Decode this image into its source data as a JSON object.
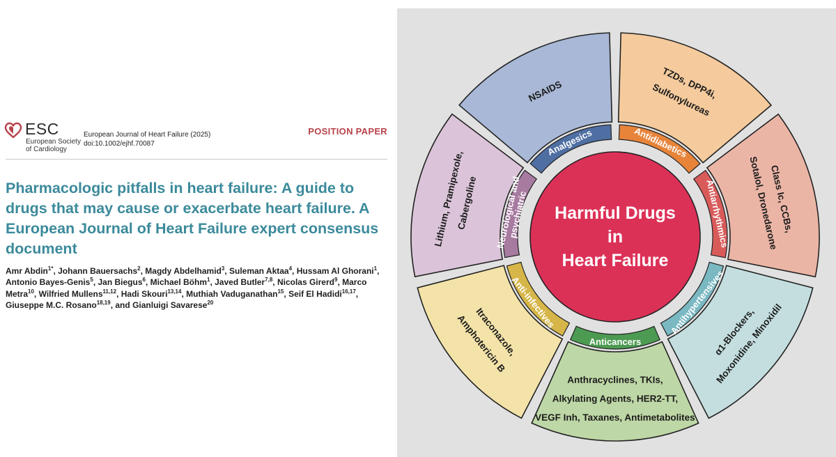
{
  "logo": {
    "name": "ESC",
    "line1": "European Society",
    "line2": "of Cardiology"
  },
  "journal": {
    "name": "European Journal of Heart Failure (2025)",
    "doi": "doi:10.1002/ejhf.70087"
  },
  "paper_type": "POSITION PAPER",
  "title": "Pharmacologic pitfalls in heart failure: A guide to drugs that may cause or exacerbate heart failure. A European Journal of Heart Failure expert consensus document",
  "authors": [
    {
      "name": "Amr Abdin",
      "aff": "1*"
    },
    {
      "name": "Johann Bauersachs",
      "aff": "2"
    },
    {
      "name": "Magdy Abdelhamid",
      "aff": "3"
    },
    {
      "name": "Suleman Aktaa",
      "aff": "4"
    },
    {
      "name": "Hussam Al Ghorani",
      "aff": "1"
    },
    {
      "name": "Antonio Bayes-Genis",
      "aff": "5"
    },
    {
      "name": "Jan Biegus",
      "aff": "6"
    },
    {
      "name": "Michael Böhm",
      "aff": "1"
    },
    {
      "name": "Javed Butler",
      "aff": "7,8"
    },
    {
      "name": "Nicolas Girerd",
      "aff": "9"
    },
    {
      "name": "Marco Metra",
      "aff": "10"
    },
    {
      "name": "Wilfried Mullens",
      "aff": "11,12"
    },
    {
      "name": "Hadi Skouri",
      "aff": "13,14"
    },
    {
      "name": "Muthiah Vaduganathan",
      "aff": "15"
    },
    {
      "name": "Seif El Hadidi",
      "aff": "16,17"
    },
    {
      "name": "Giuseppe M.C. Rosano",
      "aff": "18,19"
    },
    {
      "name": "Gianluigi Savarese",
      "aff": "20"
    }
  ],
  "wheel": {
    "center": [
      "Harmful Drugs",
      "in",
      "Heart Failure"
    ],
    "center_color": "#dc3157",
    "categories": [
      {
        "label": [
          "Analgesics"
        ],
        "drugs": [
          "NSAIDS"
        ],
        "color": "#4f6fa3",
        "outer": "#a8b8d6"
      },
      {
        "label": [
          "Antidiabetics"
        ],
        "drugs": [
          "TZDs, DPP4i,",
          "Sulfonylureas"
        ],
        "color": "#e7843a",
        "outer": "#f5cb9d"
      },
      {
        "label": [
          "Antiarrhythmics"
        ],
        "drugs": [
          "Class Ic, CCBs,",
          "Sotalol, Dronedarone"
        ],
        "color": "#d85b5a",
        "outer": "#ebb5a6"
      },
      {
        "label": [
          "Antihypertensives"
        ],
        "drugs": [
          "α1-Blockers,",
          "Moxonidine, Minoxidil"
        ],
        "color": "#7ab8c2",
        "outer": "#c4dedf"
      },
      {
        "label": [
          "Anticancers"
        ],
        "drugs": [
          "Anthracyclines, TKIs,",
          "Alkylating Agents, HER2-TT,",
          "VEGF Inh, Taxanes, Antimetabolites"
        ],
        "color": "#4d9b52",
        "outer": "#bed7a6"
      },
      {
        "label": [
          "Anti-infectives"
        ],
        "drugs": [
          "Itraconazole,",
          "Amphotericin B"
        ],
        "color": "#d6b648",
        "outer": "#f3e3a9"
      },
      {
        "label": [
          "Neurological and",
          "psychiatric"
        ],
        "drugs": [
          "Lithium, Pramipexole,",
          "Cabergoline"
        ],
        "color": "#a77aa0",
        "outer": "#dbc4d9"
      }
    ]
  }
}
